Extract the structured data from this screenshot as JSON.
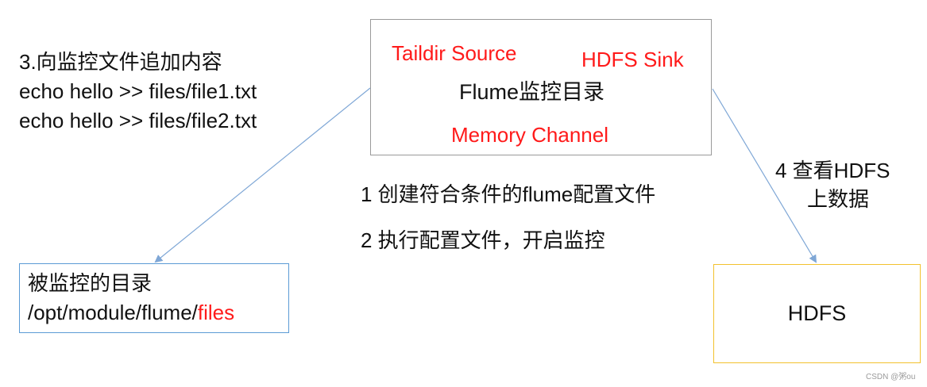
{
  "instructions": {
    "line1": "3.向监控文件追加内容",
    "line2": "echo hello >> files/file1.txt",
    "line3": "echo hello >> files/file2.txt"
  },
  "flume": {
    "source": "Taildir Source",
    "sink": "HDFS Sink",
    "title": "Flume监控目录",
    "channel": "Memory Channel"
  },
  "steps": {
    "step1": "1 创建符合条件的flume配置文件",
    "step2": "2 执行配置文件，开启监控",
    "step4_line1": "4 查看HDFS",
    "step4_line2": "上数据"
  },
  "watched_dir": {
    "label": "被监控的目录",
    "path_prefix": "/opt/module/flume/",
    "path_highlight": "files"
  },
  "hdfs": {
    "label": "HDFS"
  },
  "watermark": "CSDN @粥ou",
  "colors": {
    "highlight_red": "#ff1a1a",
    "flume_border": "#9a9a9a",
    "dir_border": "#5b9bd5",
    "hdfs_border": "#f2c12e",
    "arrow": "#7fa7d6"
  }
}
